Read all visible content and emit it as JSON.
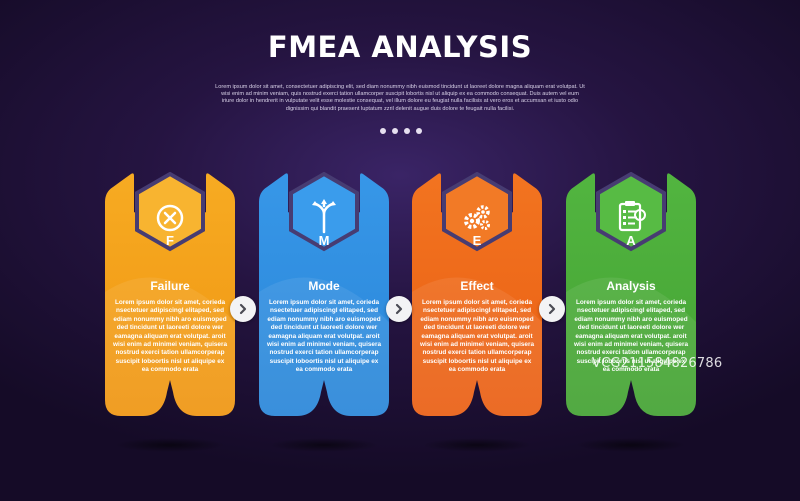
{
  "header": {
    "title": "FMEA ANALYSIS",
    "subtitle": "Lorem ipsum dolor sit amet, consectetuer adipiscing elit, sed diam nonummy nibh euismod tincidunt ut laoreet dolore magna aliquam erat volutpat. Ut wisi enim ad minim veniam, quis nostrud exerci tation ullamcorper suscipit lobortis nisl ut aliquip ex ea commodo consequat. Duis autem vel eum iriure dolor in hendrerit in vulputate velit esse molestie consequat, vel illum dolore eu feugiat nulla facilisis at vero eros et accumsan et iusto odio dignissim qui blandit praesent luptatum zzril delenit augue duis dolore te feugait nulla facilisi."
  },
  "colors": {
    "failure": "#f5a11a",
    "mode": "#2f8fe0",
    "effect": "#f06a1c",
    "analysis": "#4cae3a"
  },
  "cards": [
    {
      "letter": "F",
      "title": "Failure",
      "icon": "close-circle-icon",
      "text": "Lorem ipsum dolor sit amet, corieda nsectetuer adipiscingl elitaped, sed ediam nonummy nibh aro euismoped ded tincidunt ut laoreeti dolore wer eamagna aliquam erat volutpat. aroit wisi enim ad minimei veniam, quisera nostrud exerci tation ullamcorperap suscipit loboortis nisl ut aliquipe ex ea commodo erata"
    },
    {
      "letter": "M",
      "title": "Mode",
      "icon": "split-arrows-icon",
      "text": "Lorem ipsum dolor sit amet, corieda nsectetuer adipiscingl elitaped, sed ediam nonummy nibh aro euismoped ded tincidunt ut laoreeti dolore wer eamagna aliquam erat volutpat. aroit wisi enim ad minimei veniam, quisera nostrud exerci tation ullamcorperap suscipit loboortis nisl ut aliquipe ex ea commodo erata"
    },
    {
      "letter": "E",
      "title": "Effect",
      "icon": "gears-icon",
      "text": "Lorem ipsum dolor sit amet, corieda nsectetuer adipiscingl elitaped, sed ediam nonummy nibh aro euismoped ded tincidunt ut laoreeti dolore wer eamagna aliquam erat volutpat. aroit wisi enim ad minimei veniam, quisera nostrud exerci tation ullamcorperap suscipit loboortis nisl ut aliquipe ex ea commodo erata"
    },
    {
      "letter": "A",
      "title": "Analysis",
      "icon": "clipboard-checklist-icon",
      "text": "Lorem ipsum dolor sit amet, corieda nsectetuer adipiscingl elitaped, sed ediam nonummy nibh aro euismoped ded tincidunt ut laoreeti dolore wer eamagna aliquam erat volutpat. aroit wisi enim ad minimei veniam, quisera nostrud exerci tation ullamcorperap suscipit loboortis nisl ut aliquipe ex ea commodo erata"
    }
  ],
  "watermark": "VCG211584826786"
}
